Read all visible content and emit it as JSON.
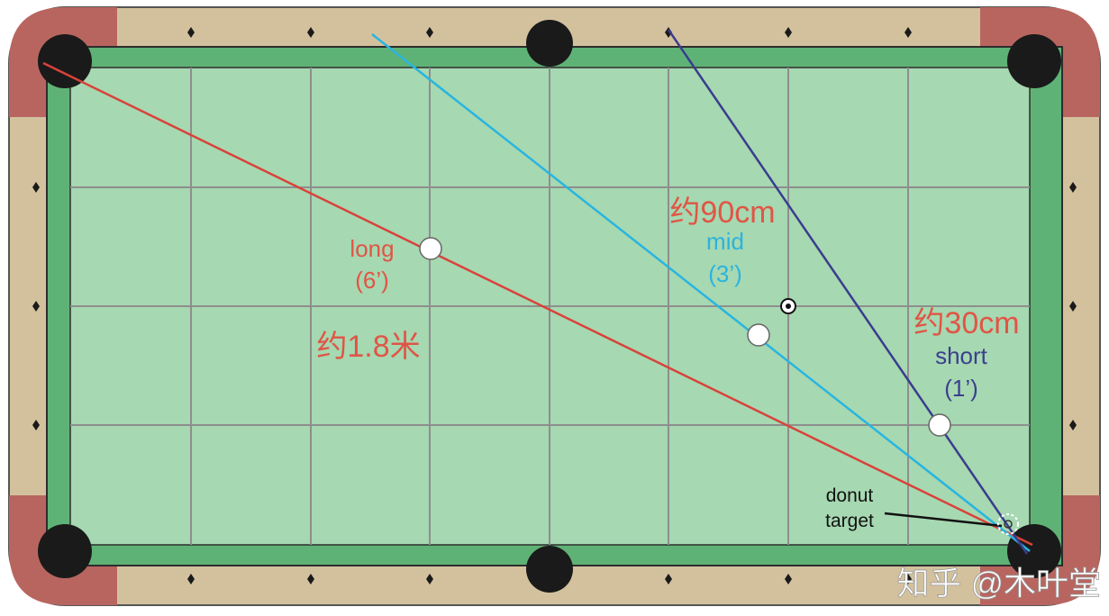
{
  "colors": {
    "rail": "#d3c19e",
    "corner": "#b86560",
    "cushion": "#5fb276",
    "felt": "#a6d8b1",
    "grid": "#8e8e8e",
    "pocket": "#1a1a1a",
    "long_line": "#d9423a",
    "mid_line": "#29b5df",
    "short_line": "#3a3d8e",
    "long_text": "#e05546",
    "mid_text": "#2bb3e0",
    "short_text": "#3b3f8f"
  },
  "labels": {
    "long_name": "long",
    "long_feet": "(6’)",
    "long_metric": "约1.8米",
    "mid_name": "mid",
    "mid_feet": "(3’)",
    "mid_metric": "约90cm",
    "short_name": "short",
    "short_feet": "(1’)",
    "short_metric": "约30cm",
    "donut_line1": "donut",
    "donut_line2": "target"
  },
  "watermark": "知乎 @木叶堂",
  "icons": {
    "diamond": "diamond-icon",
    "cue_ball": "cue-ball-icon",
    "spot": "spot-icon",
    "donut": "donut-target-icon",
    "pocket": "pocket-icon"
  }
}
